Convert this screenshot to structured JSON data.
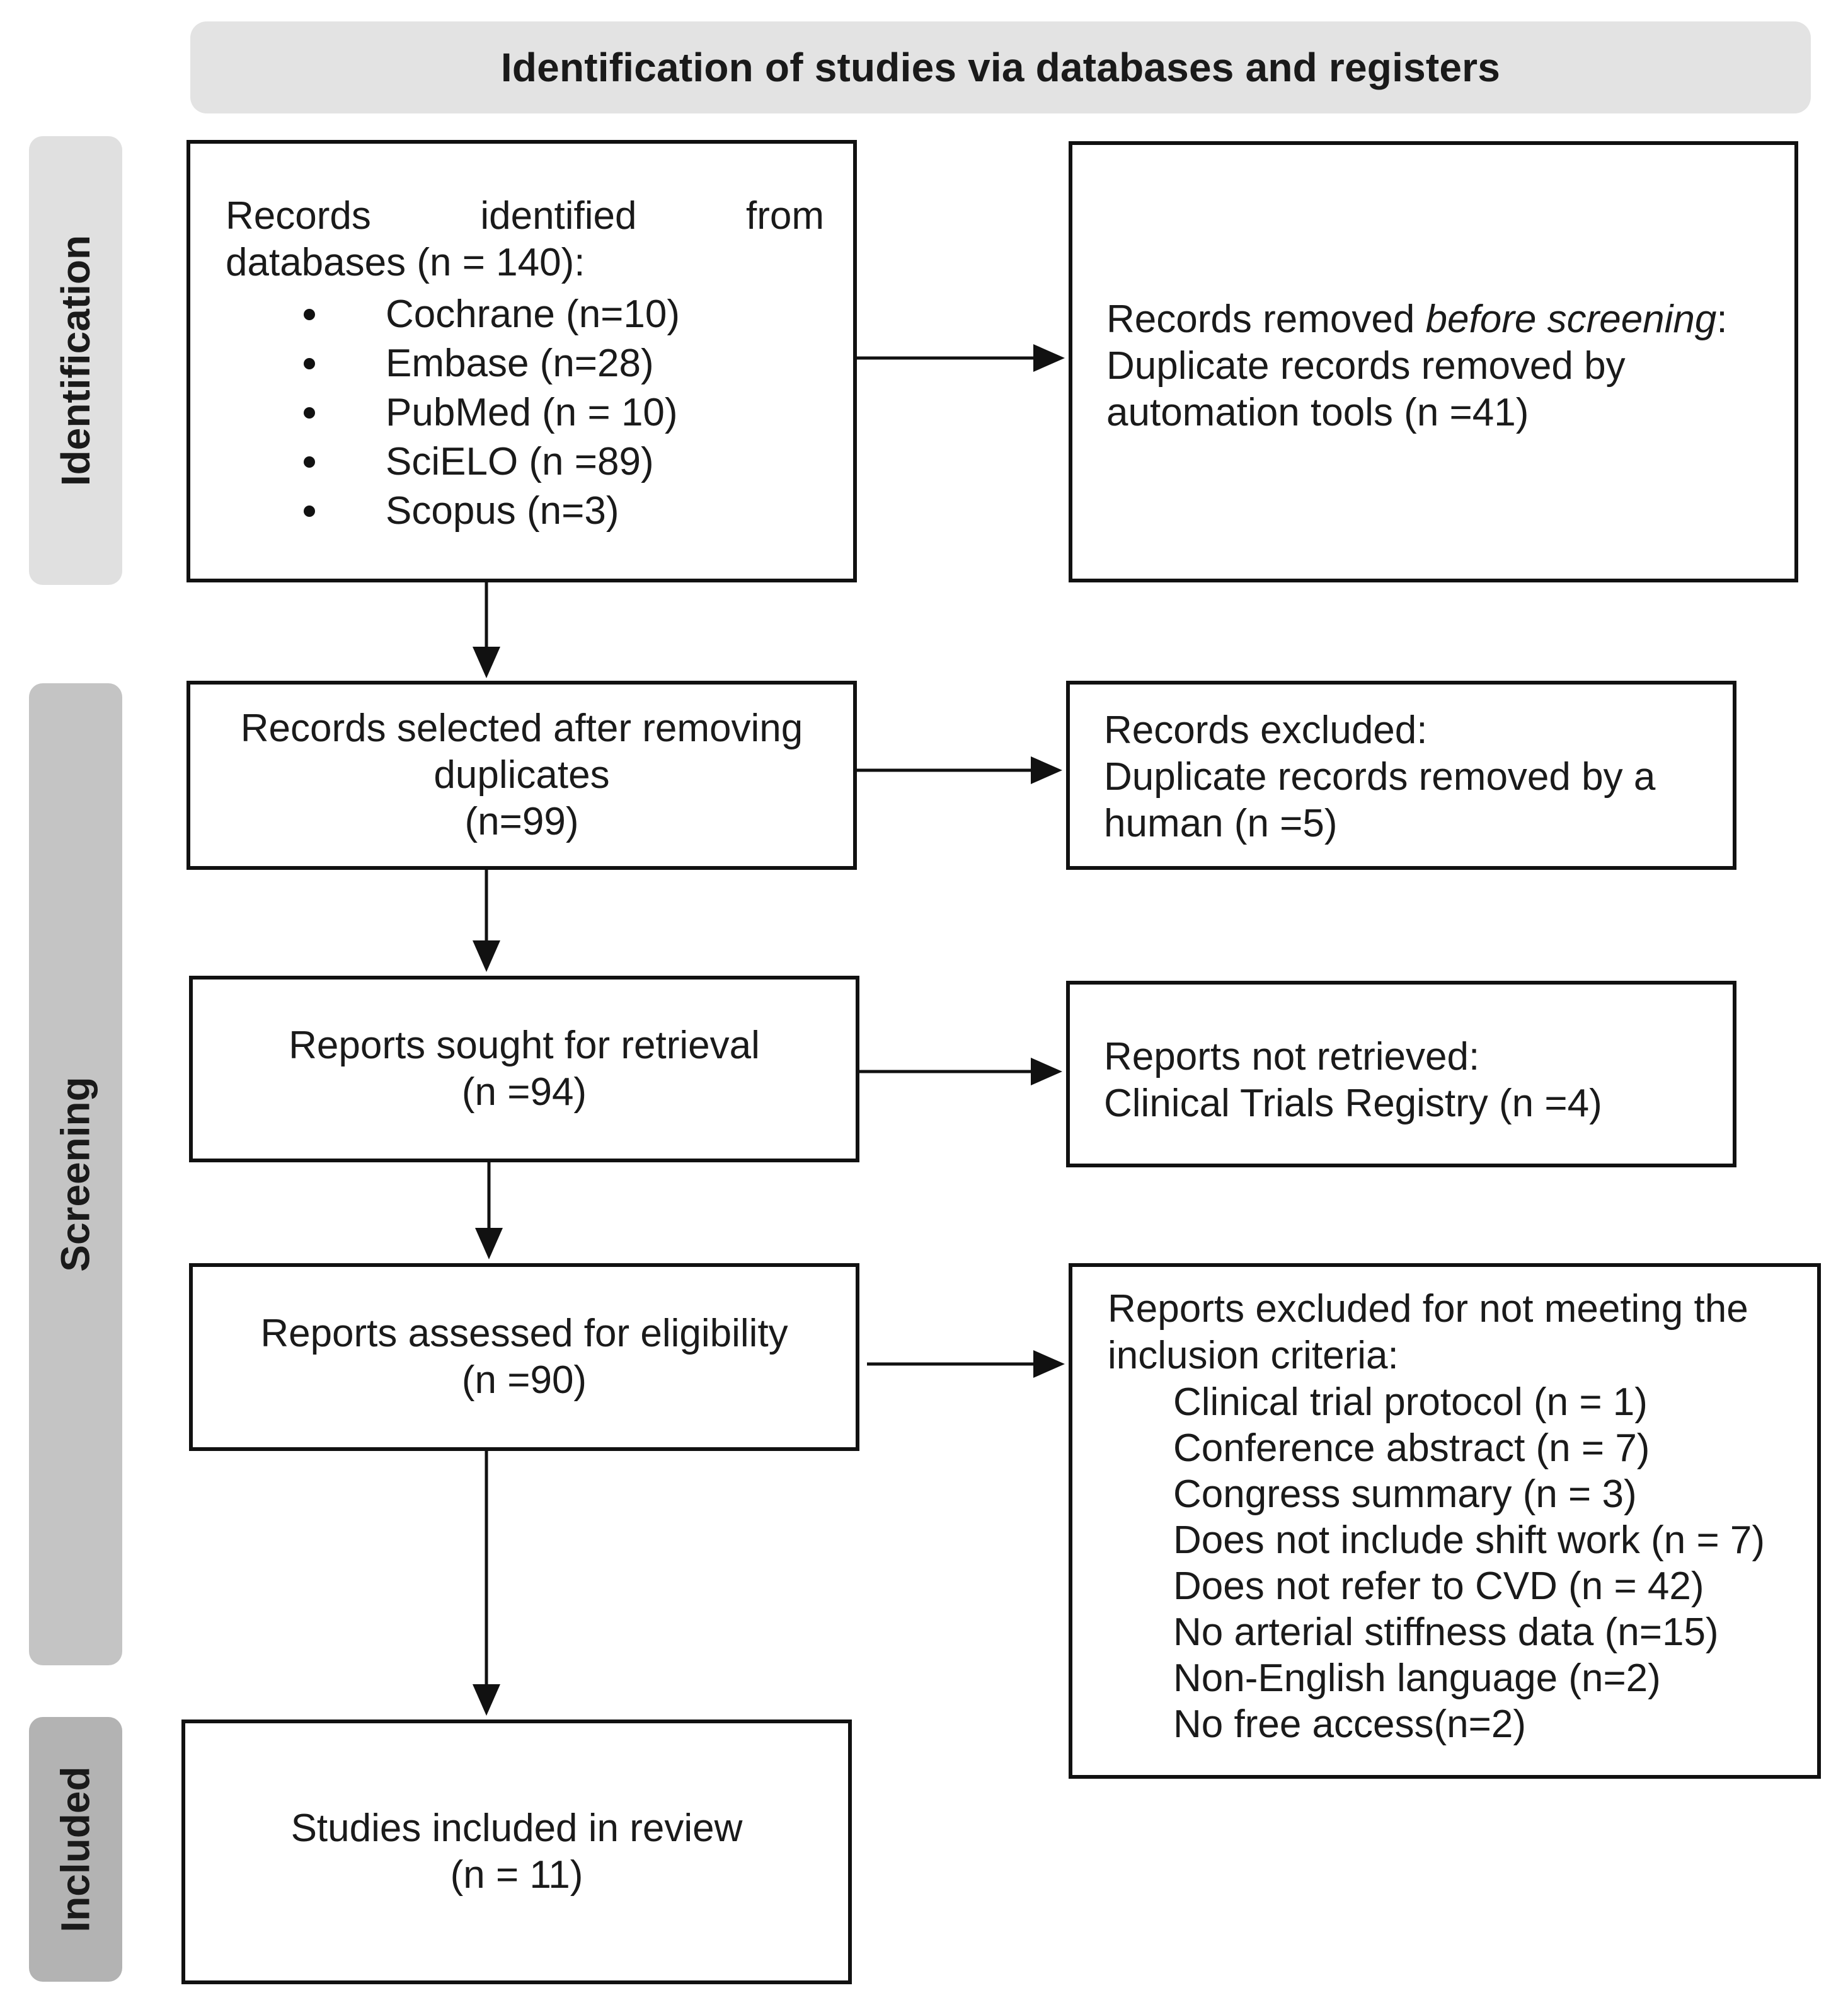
{
  "header": {
    "title": "Identification of studies via databases and registers"
  },
  "phases": {
    "identification": "Identification",
    "screening": "Screening",
    "included": "Included"
  },
  "identified": {
    "line1": "Records identified from",
    "line2": "databases (n = 140):",
    "sources": [
      "Cochrane (n=10)",
      "Embase (n=28)",
      "PubMed (n = 10)",
      "SciELO (n =89)",
      "Scopus (n=3)"
    ]
  },
  "removed_before": {
    "prefix": "Records removed ",
    "emphasis": "before screening",
    "suffix": ":",
    "line2": "Duplicate records removed by",
    "line3": "automation tools (n =41)"
  },
  "selected": {
    "line1": "Records selected after removing",
    "line2": "duplicates",
    "line3": "(n=99)"
  },
  "excluded": {
    "line1": "Records excluded:",
    "line2": "Duplicate records removed by a",
    "line3": "human (n =5)"
  },
  "sought": {
    "line1": "Reports sought for retrieval",
    "line2": "(n =94)"
  },
  "not_retrieved": {
    "line1": "Reports not retrieved:",
    "line2": "Clinical Trials Registry (n =4)"
  },
  "assessed": {
    "line1": "Reports assessed for eligibility",
    "line2": "(n =90)"
  },
  "excluded_reports": {
    "line1": "Reports excluded for not meeting the",
    "line2": "inclusion criteria:",
    "reasons": [
      "Clinical trial protocol (n = 1)",
      "Conference abstract (n = 7)",
      "Congress summary (n = 3)",
      "Does not include shift work (n = 7)",
      "Does not refer to CVD (n = 42)",
      "No arterial stiffness data (n=15)",
      "Non-English language (n=2)",
      "No free access(n=2)"
    ]
  },
  "included": {
    "line1": "Studies included in review",
    "line2": "(n = 11)"
  }
}
